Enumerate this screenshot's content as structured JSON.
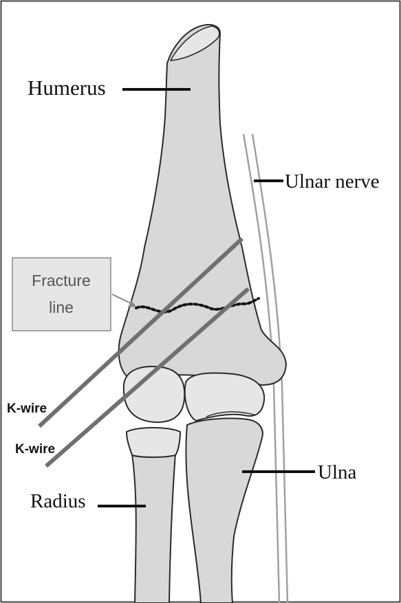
{
  "diagram": {
    "labels": {
      "humerus": "Humerus",
      "ulnar_nerve": "Ulnar nerve",
      "fracture_line_1": "Fracture",
      "fracture_line_2": "line",
      "k_wire_upper": "K-wire",
      "k_wire_lower": "K-wire",
      "ulna": "Ulna",
      "radius": "Radius"
    },
    "colors": {
      "bone_fill": "#d8d8d8",
      "bone_outline": "#2a2a2a",
      "k_wire": "#707070",
      "nerve": "#a0a0a0",
      "fracture_box_fill": "#e6e6e6",
      "fracture_box_border": "#888888",
      "fracture_line": "#111111",
      "leader_line": "#111111"
    }
  }
}
